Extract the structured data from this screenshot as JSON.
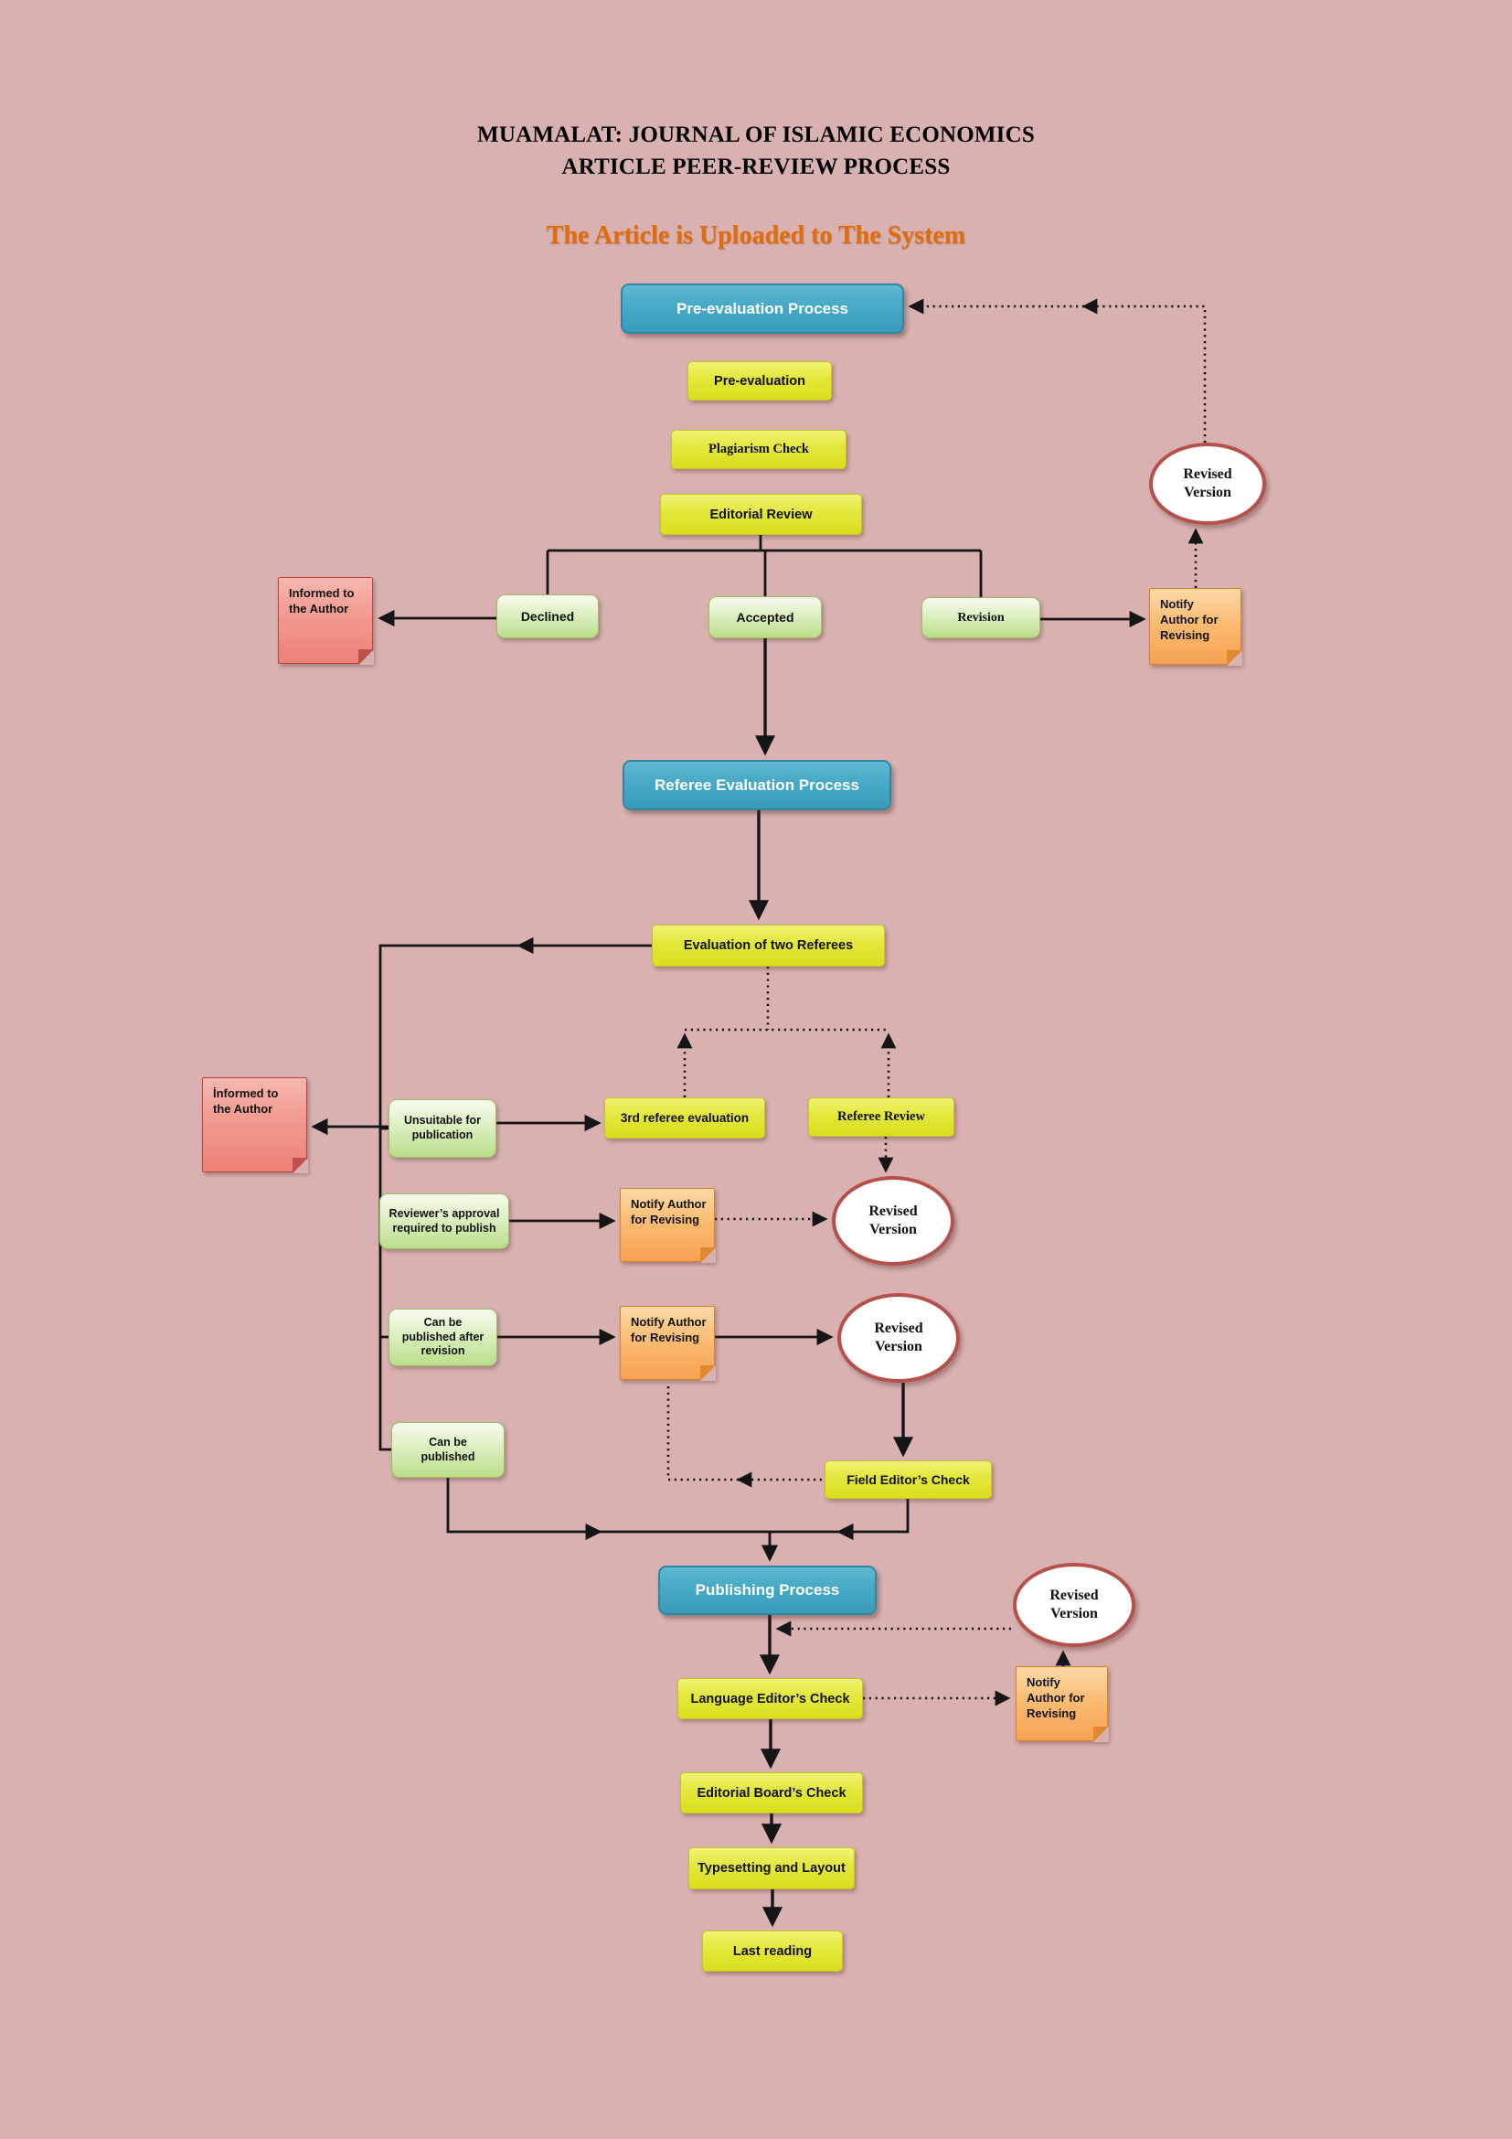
{
  "title": {
    "line1": "MUAMALAT: JOURNAL OF ISLAMIC ECONOMICS",
    "line2": "ARTICLE PEER-REVIEW PROCESS"
  },
  "subtitle": "The Article is Uploaded to The System",
  "colors": {
    "background": "#d9b1b1",
    "process_blue": "#46a9c6",
    "step_yellow": "#e3e73b",
    "outcome_green": "#c9e6a2",
    "note_pink": "#f19a90",
    "note_orange": "#fabc72",
    "ellipse_border": "#b5514b",
    "subtitle_orange": "#e36c09"
  },
  "nodes": {
    "pre_evaluation_process": "Pre-evaluation Process",
    "pre_evaluation": "Pre-evaluation",
    "plagiarism_check": "Plagiarism Check",
    "editorial_review": "Editorial Review",
    "declined": "Declined",
    "accepted": "Accepted",
    "revision": "Revision",
    "informed_to_the_author_1": "Informed to the Author",
    "notify_author_1": "Notify Author for Revising",
    "revised_version_1": "Revised Version",
    "referee_evaluation_process": "Referee Evaluation Process",
    "evaluation_of_two_referees": "Evaluation of two Referees",
    "third_referee_evaluation": "3rd referee evaluation",
    "referee_review": "Referee Review",
    "unsuitable_for_publication": "Unsuitable for publication",
    "informed_to_the_author_2": "İnformed to the Author",
    "reviewers_approval": "Reviewer’s approval required to publish",
    "notify_author_2": "Notify Author for Revising",
    "revised_version_2": "Revised Version",
    "can_be_published_after_revision": "Can be published after revision",
    "notify_author_3": "Notify Author for Revising",
    "revised_version_3": "Revised Version",
    "can_be_published": "Can be published",
    "field_editors_check": "Field Editor’s Check",
    "publishing_process": "Publishing Process",
    "revised_version_4": "Revised Version",
    "notify_author_4": "Notify Author for Revising",
    "language_editors_check": "Language Editor’s Check",
    "editorial_boards_check": "Editorial Board’s Check",
    "typesetting_and_layout": "Typesetting and Layout",
    "last_reading": "Last reading"
  },
  "connections": [
    {
      "from": "editorial_review",
      "to": "declined",
      "style": "solid"
    },
    {
      "from": "editorial_review",
      "to": "accepted",
      "style": "solid"
    },
    {
      "from": "editorial_review",
      "to": "revision",
      "style": "solid"
    },
    {
      "from": "declined",
      "to": "informed_to_the_author_1",
      "style": "solid"
    },
    {
      "from": "revision",
      "to": "notify_author_1",
      "style": "solid"
    },
    {
      "from": "notify_author_1",
      "to": "revised_version_1",
      "style": "dotted"
    },
    {
      "from": "revised_version_1",
      "to": "pre_evaluation_process",
      "style": "dotted"
    },
    {
      "from": "accepted",
      "to": "referee_evaluation_process",
      "style": "solid"
    },
    {
      "from": "referee_evaluation_process",
      "to": "evaluation_of_two_referees",
      "style": "solid"
    },
    {
      "from": "third_referee_evaluation",
      "to": "evaluation_of_two_referees",
      "style": "dotted"
    },
    {
      "from": "referee_review",
      "to": "evaluation_of_two_referees",
      "style": "dotted"
    },
    {
      "from": "evaluation_of_two_referees",
      "to": "unsuitable_for_publication",
      "style": "solid"
    },
    {
      "from": "evaluation_of_two_referees",
      "to": "reviewers_approval",
      "style": "solid"
    },
    {
      "from": "evaluation_of_two_referees",
      "to": "can_be_published_after_revision",
      "style": "solid"
    },
    {
      "from": "evaluation_of_two_referees",
      "to": "can_be_published",
      "style": "solid"
    },
    {
      "from": "unsuitable_for_publication",
      "to": "informed_to_the_author_2",
      "style": "solid"
    },
    {
      "from": "unsuitable_for_publication",
      "to": "third_referee_evaluation",
      "style": "solid"
    },
    {
      "from": "referee_review",
      "to": "revised_version_2",
      "style": "dotted"
    },
    {
      "from": "reviewers_approval",
      "to": "notify_author_2",
      "style": "solid"
    },
    {
      "from": "notify_author_2",
      "to": "revised_version_2",
      "style": "dotted"
    },
    {
      "from": "can_be_published_after_revision",
      "to": "notify_author_3",
      "style": "solid"
    },
    {
      "from": "notify_author_3",
      "to": "revised_version_3",
      "style": "solid"
    },
    {
      "from": "revised_version_3",
      "to": "field_editors_check",
      "style": "solid"
    },
    {
      "from": "field_editors_check",
      "to": "notify_author_3",
      "style": "dotted"
    },
    {
      "from": "can_be_published",
      "to": "publishing_process",
      "style": "solid"
    },
    {
      "from": "field_editors_check",
      "to": "publishing_process",
      "style": "solid"
    },
    {
      "from": "publishing_process",
      "to": "language_editors_check",
      "style": "solid"
    },
    {
      "from": "language_editors_check",
      "to": "notify_author_4",
      "style": "dotted"
    },
    {
      "from": "notify_author_4",
      "to": "revised_version_4",
      "style": "dotted"
    },
    {
      "from": "revised_version_4",
      "to": "language_editors_check",
      "style": "dotted"
    },
    {
      "from": "language_editors_check",
      "to": "editorial_boards_check",
      "style": "solid"
    },
    {
      "from": "editorial_boards_check",
      "to": "typesetting_and_layout",
      "style": "solid"
    },
    {
      "from": "typesetting_and_layout",
      "to": "last_reading",
      "style": "solid"
    }
  ]
}
